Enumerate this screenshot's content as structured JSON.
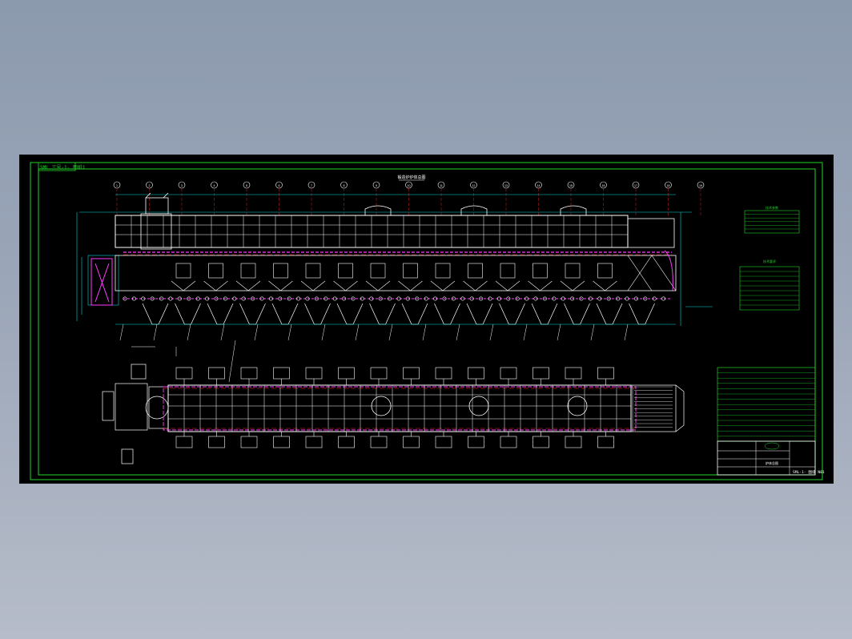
{
  "window": {
    "title": ""
  },
  "sheet": {
    "drawing_no_top": "SML 三号-1-  图纸1",
    "drawing_no_bottom": "SML-1-  图纸  N01",
    "main_title": "锻造炉炉体总图"
  },
  "grid_bubbles": [
    "1",
    "2",
    "3",
    "4",
    "5",
    "6",
    "7",
    "8",
    "9",
    "10",
    "11",
    "12",
    "13",
    "14",
    "15",
    "16",
    "17",
    "18",
    "19"
  ],
  "tables": {
    "tech_params_title": "技术参数",
    "notes_title": "技术要求",
    "parts_title": "明细表",
    "title_block_label": "炉体总图"
  },
  "colors": {
    "background": "#000000",
    "frame": "#22d32a",
    "structure": "#ffffff",
    "dims": "#00d7d7",
    "center": "#ff2a2a",
    "piping": "#ff3cff",
    "yellow": "#ffff33",
    "tables": "#22d32a"
  }
}
